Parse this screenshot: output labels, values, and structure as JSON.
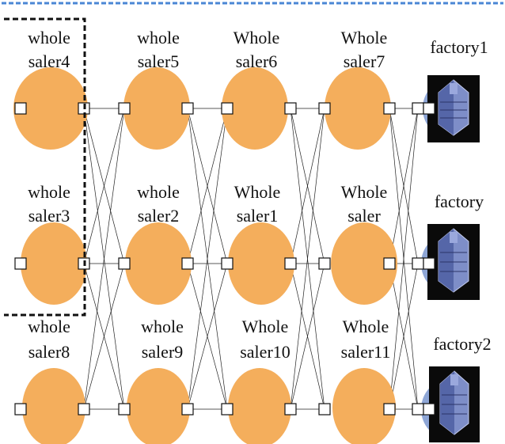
{
  "wholesalers": [
    {
      "id": "ws4",
      "line1": "whole",
      "line2": "saler4"
    },
    {
      "id": "ws5",
      "line1": "whole",
      "line2": "saler5"
    },
    {
      "id": "ws6",
      "line1": "Whole",
      "line2": "saler6"
    },
    {
      "id": "ws7",
      "line1": "Whole",
      "line2": "saler7"
    },
    {
      "id": "ws3",
      "line1": "whole",
      "line2": "saler3"
    },
    {
      "id": "ws2",
      "line1": "whole",
      "line2": "saler2"
    },
    {
      "id": "ws1",
      "line1": "Whole",
      "line2": "saler1"
    },
    {
      "id": "wsx",
      "line1": "Whole",
      "line2": "saler"
    },
    {
      "id": "ws8",
      "line1": "whole",
      "line2": "saler8"
    },
    {
      "id": "ws9",
      "line1": "whole",
      "line2": "saler9"
    },
    {
      "id": "ws10",
      "line1": "Whole",
      "line2": "saler10"
    },
    {
      "id": "ws11",
      "line1": "Whole",
      "line2": "saler11"
    }
  ],
  "factories": [
    {
      "id": "f1",
      "label": "factory1"
    },
    {
      "id": "f0",
      "label": "factory"
    },
    {
      "id": "f2",
      "label": "factory2"
    }
  ],
  "colors": {
    "node_fill": "#F4AE5C",
    "top_rule": "#4A86D4",
    "selection_box": "#111111"
  }
}
